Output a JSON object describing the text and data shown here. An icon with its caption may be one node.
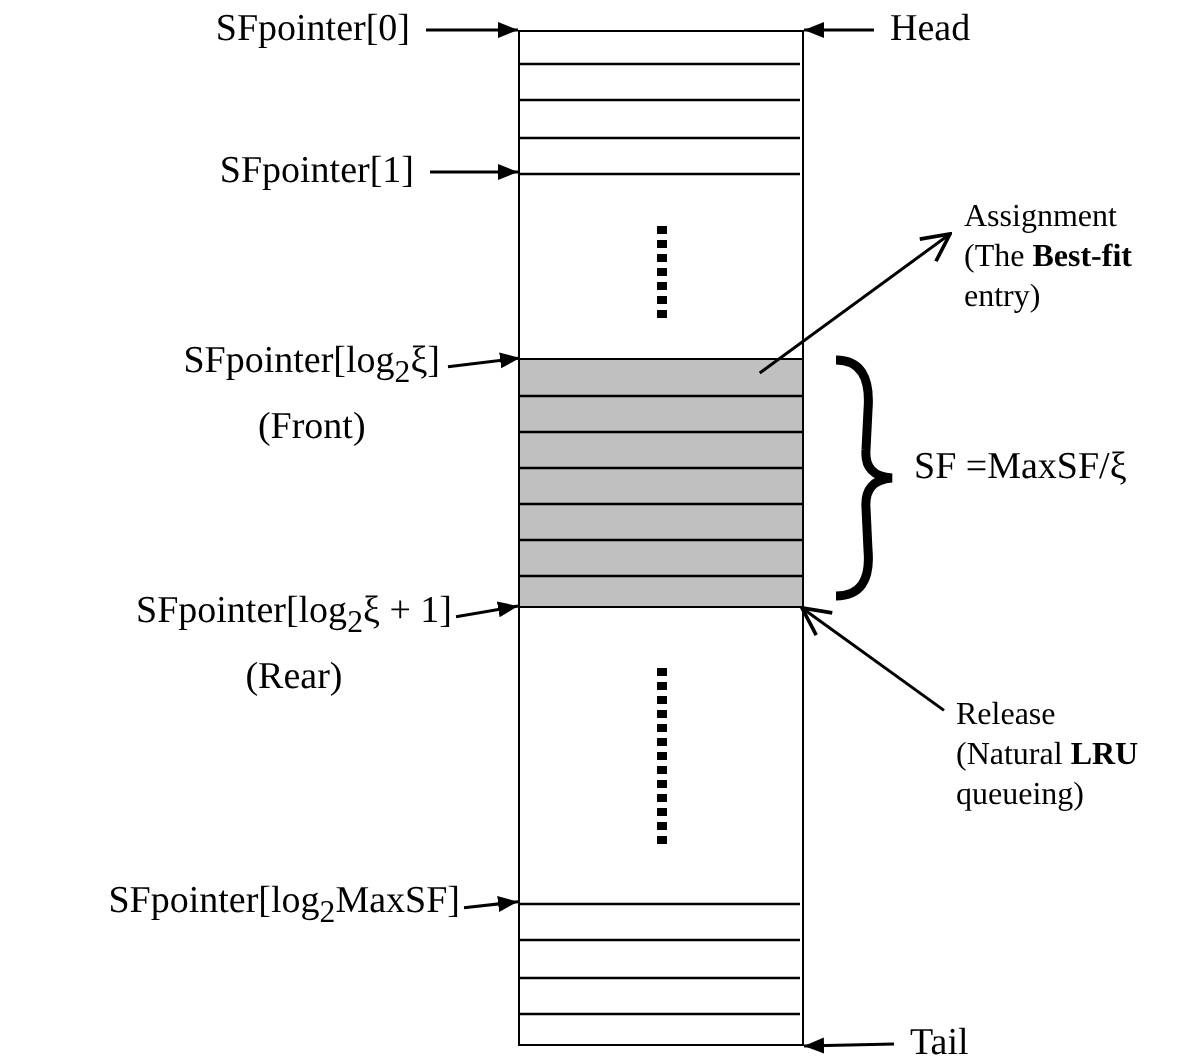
{
  "diagram": {
    "nodes": [
      {
        "text": [],
        "shape": "bar"
      },
      {
        "text": [],
        "shape": "box",
        "in": 0
      },
      {
        "text": [
          "SFpointer[0]"
        ]
      },
      {
        "text": [
          "Head"
        ]
      },
      {
        "text": [
          "SFpointer[1]"
        ]
      },
      {
        "text": [
          "Assignment (The **Best-fit** entry)"
        ]
      },
      {
        "text": [
          "SFpointer[log$_{2}$ξ]",
          "(Front)"
        ]
      },
      {
        "text": [
          "SFpointer[log$_{2}$ξ + 1]",
          "(Rear)"
        ]
      },
      {
        "text": [
          "Release (Natural **LRU** queueing)"
        ]
      },
      {
        "text": [
          "SFpointer[log$_{2}$MaxSF]"
        ]
      },
      {
        "text": [
          "Tail"
        ]
      }
    ],
    "edges": [
      {
        "from": 2,
        "to": 0,
        "arrow": "to"
      },
      {
        "from": 3,
        "to": 0,
        "arrow": "to"
      },
      {
        "from": 4,
        "to": 0,
        "arrow": "to"
      },
      {
        "from": 6,
        "to": 1,
        "arrow": "to"
      },
      {
        "from": 1,
        "to": 5,
        "arrow": "to"
      },
      {
        "from": 7,
        "to": 0,
        "arrow": "to"
      },
      {
        "from": 8,
        "to": 1,
        "arrow": "to"
      },
      {
        "from": 9,
        "to": 0,
        "arrow": "to"
      },
      {
        "from": 10,
        "to": 0,
        "arrow": "to"
      }
    ],
    "labels": [
      "SF =MaxSF/ξ"
    ]
  }
}
